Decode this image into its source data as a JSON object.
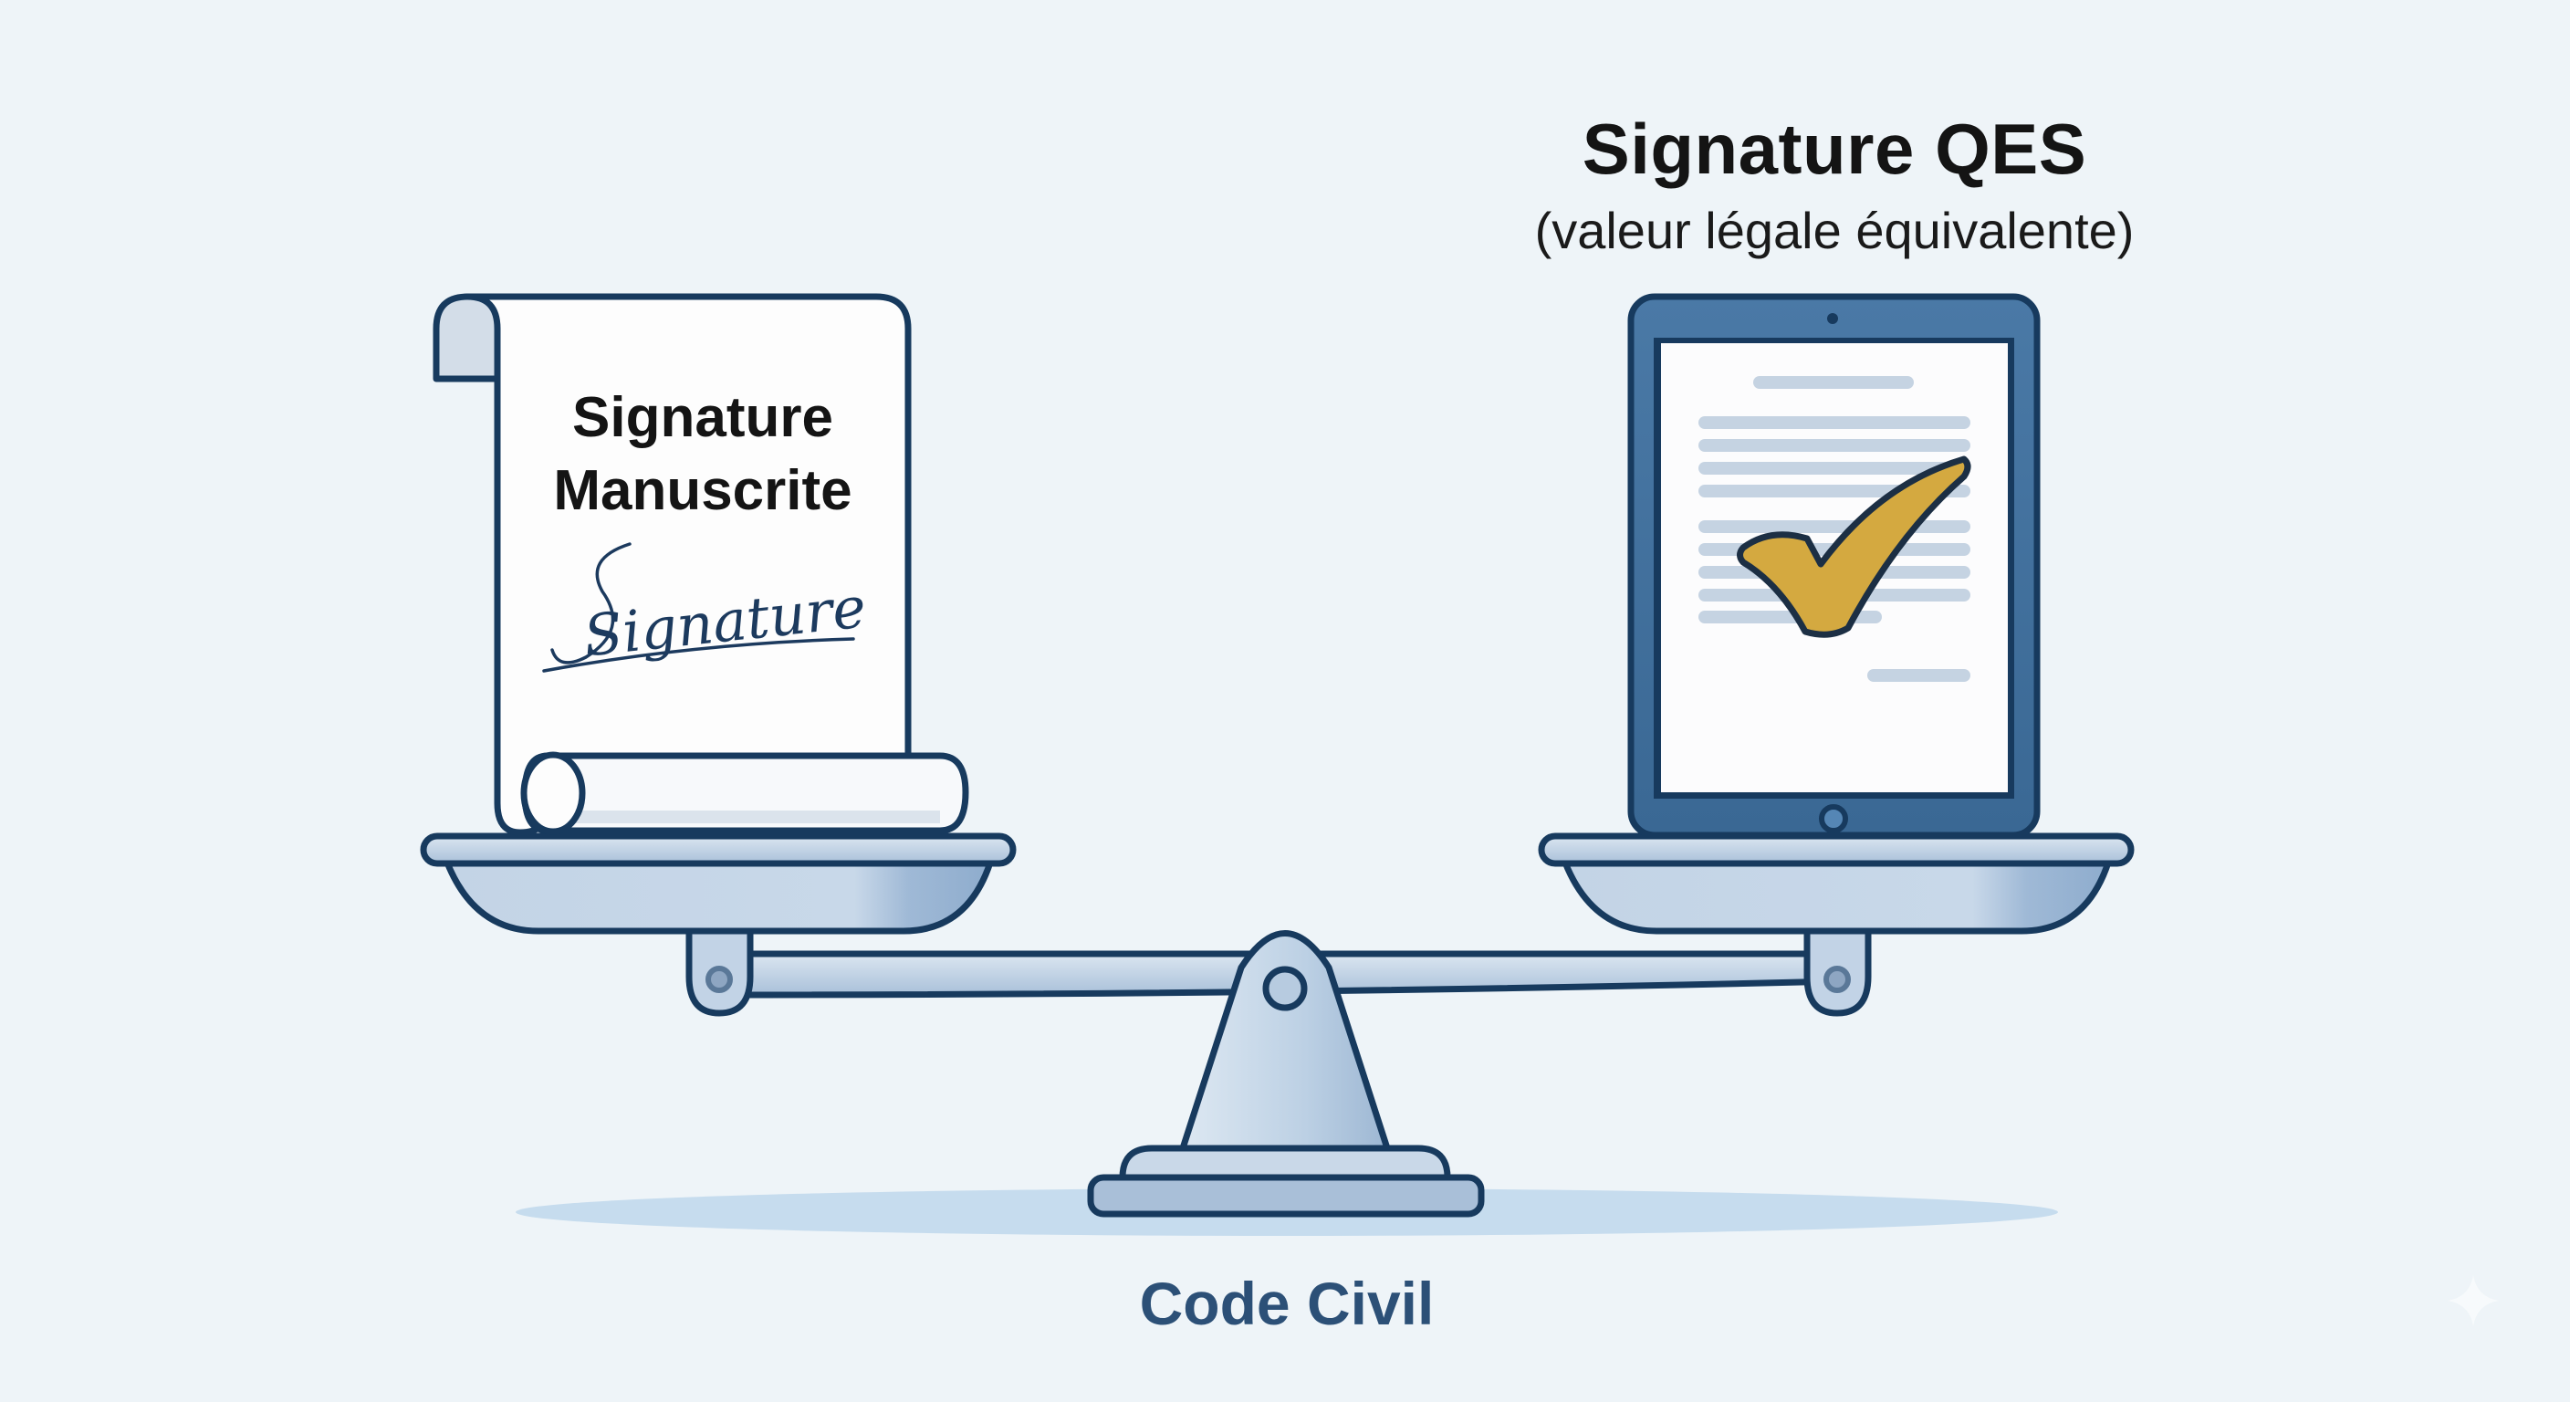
{
  "diagram": {
    "type": "balance-scale-comparison",
    "left_pan": {
      "object": "paper-scroll",
      "label_line1": "Signature",
      "label_line2": "Manuscrite",
      "handwritten_signature": "Signature"
    },
    "right_pan": {
      "object": "tablet-with-document",
      "title": "Signature QES",
      "subtitle": "(valeur légale équivalente)",
      "icon": "checkmark-icon"
    },
    "base": {
      "label": "Code Civil"
    },
    "state": "balanced"
  },
  "colors": {
    "background": "#eef4f8",
    "outline": "#173a5e",
    "metal_light": "#c9d8e8",
    "metal_mid": "#a9bfd8",
    "tablet_frame": "#3f6f9e",
    "checkmark": "#d4a940",
    "doc_lines": "#c5d3e2",
    "base_label": "#2c5077",
    "shadow": "#c6dcee"
  }
}
